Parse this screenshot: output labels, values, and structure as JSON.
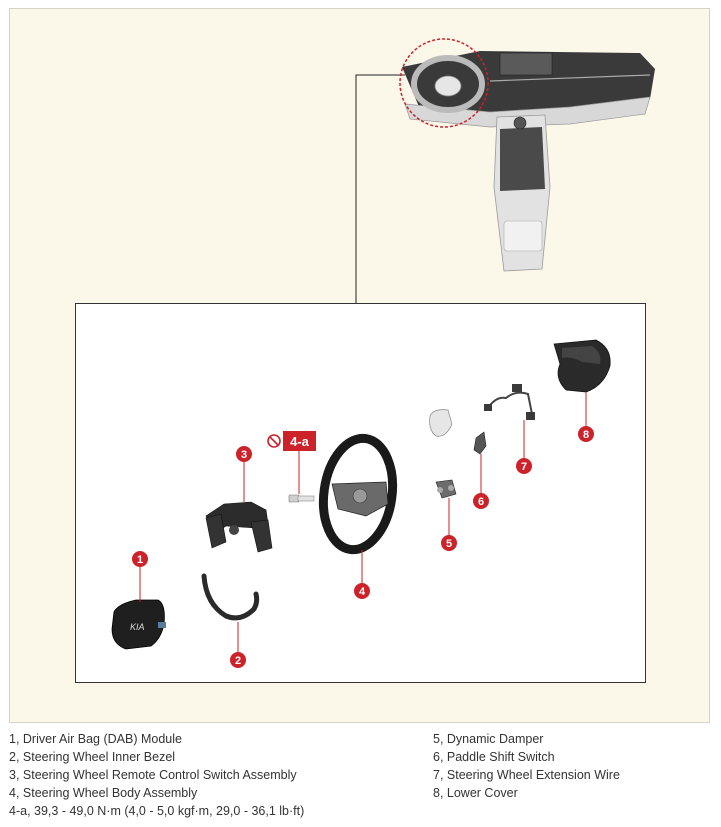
{
  "callouts": {
    "c1": "1",
    "c2": "2",
    "c3": "3",
    "c4": "4",
    "c5": "5",
    "c6": "6",
    "c7": "7",
    "c8": "8",
    "torque": "4-a"
  },
  "legend": {
    "left": [
      "1, Driver Air Bag (DAB) Module",
      "2, Steering Wheel Inner Bezel",
      "3, Steering Wheel Remote Control Switch Assembly",
      "4, Steering Wheel Body Assembly",
      "4-a, 39,3 - 49,0 N·m (4,0 - 5,0 kgf·m, 29,0 - 36,1 lb·ft)"
    ],
    "right": [
      "5, Dynamic Damper",
      "6, Paddle Shift Switch",
      "7, Steering Wheel Extension Wire",
      "8, Lower Cover"
    ]
  },
  "colors": {
    "callout": "#cc2229",
    "panel_bg": "#fbf8ea",
    "highlight_circle": "#cc2229"
  }
}
